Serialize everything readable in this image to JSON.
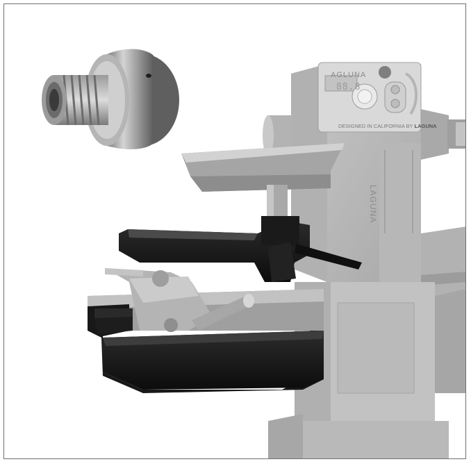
{
  "image": {
    "frame_color": "#6f6f6f",
    "background": "#ffffff"
  },
  "lathe": {
    "control_panel": {
      "brand_label": "AGLUNA",
      "display_digits": "88.8",
      "designed_label": "DESIGNED IN CALIFORNIA BY",
      "designed_brand": "LAGUNA"
    },
    "headstock_side_label": "LAGUNA"
  },
  "colors": {
    "cast_iron_gray": "#bdbdbd",
    "dark_gray": "#8a8a8a",
    "black_part": "#141414",
    "metal_light": "#cfcfcf",
    "metal_dark": "#6a6a6a"
  }
}
